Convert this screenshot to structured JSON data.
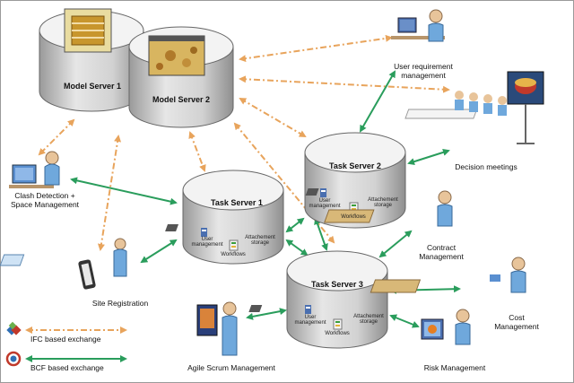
{
  "servers": {
    "model1": "Model Server 1",
    "model2": "Model Server 2",
    "task1": "Task Server 1",
    "task2": "Task Server 2",
    "task3": "Task Server 3"
  },
  "server_parts": {
    "user_management": "User\nmanagement",
    "attachment_storage": "Attachement\nstorage",
    "workflows": "Workflows"
  },
  "actors": {
    "clash": "Clash Detection +\nSpace Management",
    "site": "Site Registration",
    "agile": "Agile Scrum Management",
    "user_req": "User requirement\nmanagement",
    "decision": "Decision meetings",
    "contract": "Contract\nManagement",
    "cost": "Cost\nManagement",
    "risk": "Risk Management"
  },
  "legend": {
    "ifc": "IFC based exchange",
    "bcf": "BCF based exchange"
  },
  "colors": {
    "ifc_arrow": "#e8a45c",
    "bcf_arrow": "#2a9d5c",
    "cylinder_top": "#f2f2f2",
    "cylinder_side": "#c9c9c9"
  }
}
